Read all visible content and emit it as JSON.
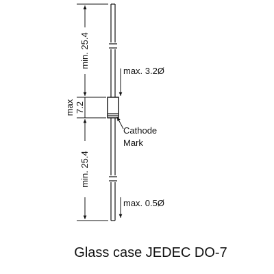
{
  "diagram": {
    "caption": "Glass case JEDEC DO-7",
    "labels": {
      "top_lead_length": "min. 25.4",
      "body_diameter": "max. 3.2Ø",
      "body_length_prefix": "max",
      "body_length_value": "7.2",
      "cathode_line1": "Cathode",
      "cathode_line2": "Mark",
      "bottom_lead_length": "min. 25.4",
      "lead_diameter": "max. 0.5Ø"
    },
    "colors": {
      "ink": "#111111",
      "background": "#ffffff"
    }
  }
}
